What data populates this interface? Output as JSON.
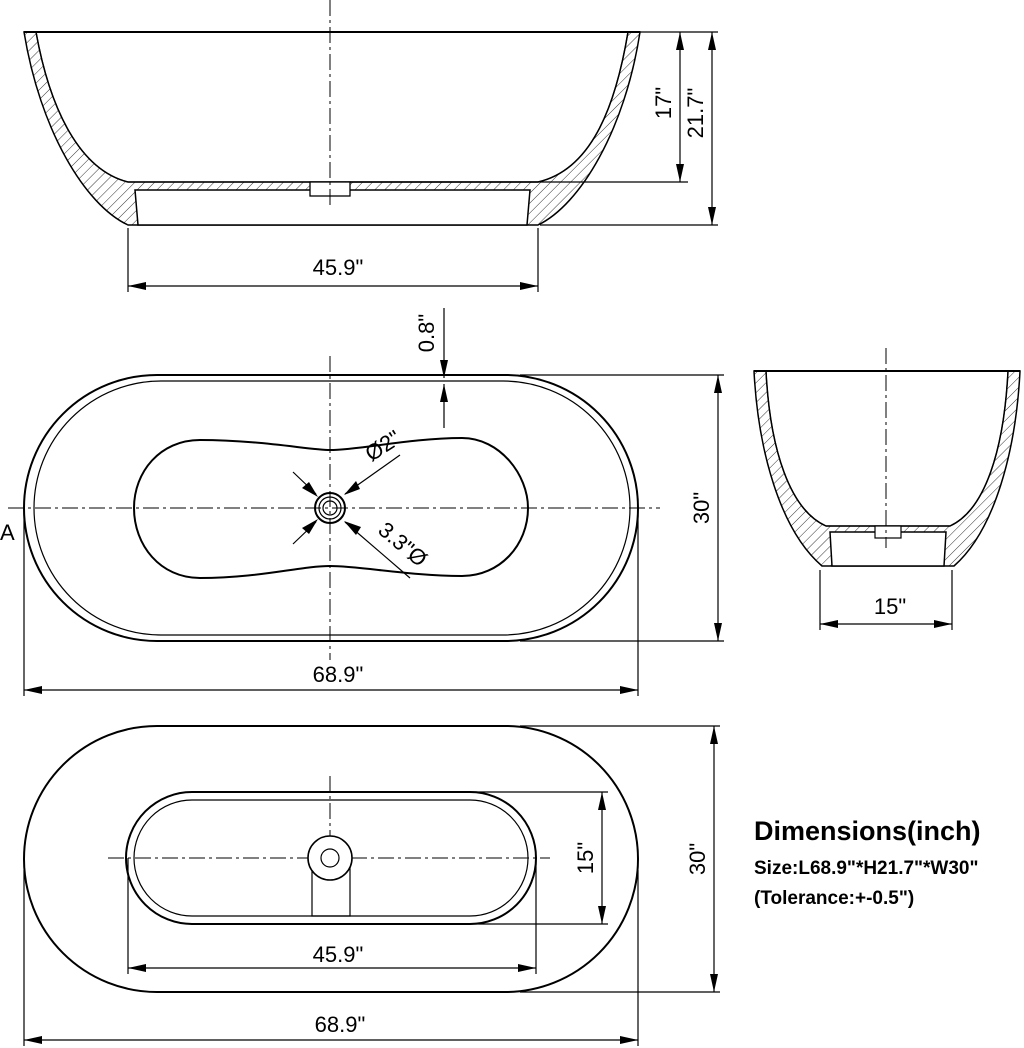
{
  "dimensions": {
    "bottom_width_front": "45.9\"",
    "inner_depth": "17\"",
    "total_height": "21.7\"",
    "rim_offset": "0.8\"",
    "drain_diameter": "Ø2\"",
    "overflow_diameter": "3.3\"Ø",
    "width_top": "30\"",
    "length_top": "68.9\"",
    "bottom_width_side": "15\"",
    "section_marker": "A",
    "base_width_bottom": "15\"",
    "width_bottom": "30\"",
    "base_length_bottom": "45.9\"",
    "length_bottom": "68.9\""
  },
  "info": {
    "heading": "Dimensions(inch)",
    "size": "Size:L68.9\"*H21.7\"*W30\"",
    "tolerance": "(Tolerance:+-0.5\")"
  }
}
